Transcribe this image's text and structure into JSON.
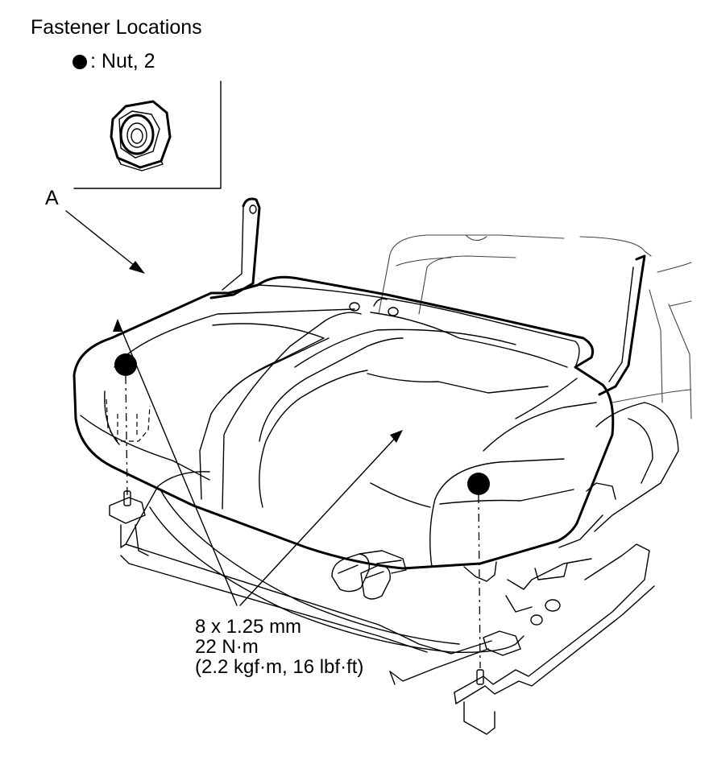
{
  "header": {
    "title": "Fastener Locations",
    "legend_label": ": Nut, 2"
  },
  "callouts": {
    "seat_cushion_label": "A"
  },
  "spec": {
    "size": "8 x 1.25 mm",
    "torque_nm": "22 N·m",
    "torque_alt": "(2.2 kgf·m, 16 lbf·ft)"
  }
}
